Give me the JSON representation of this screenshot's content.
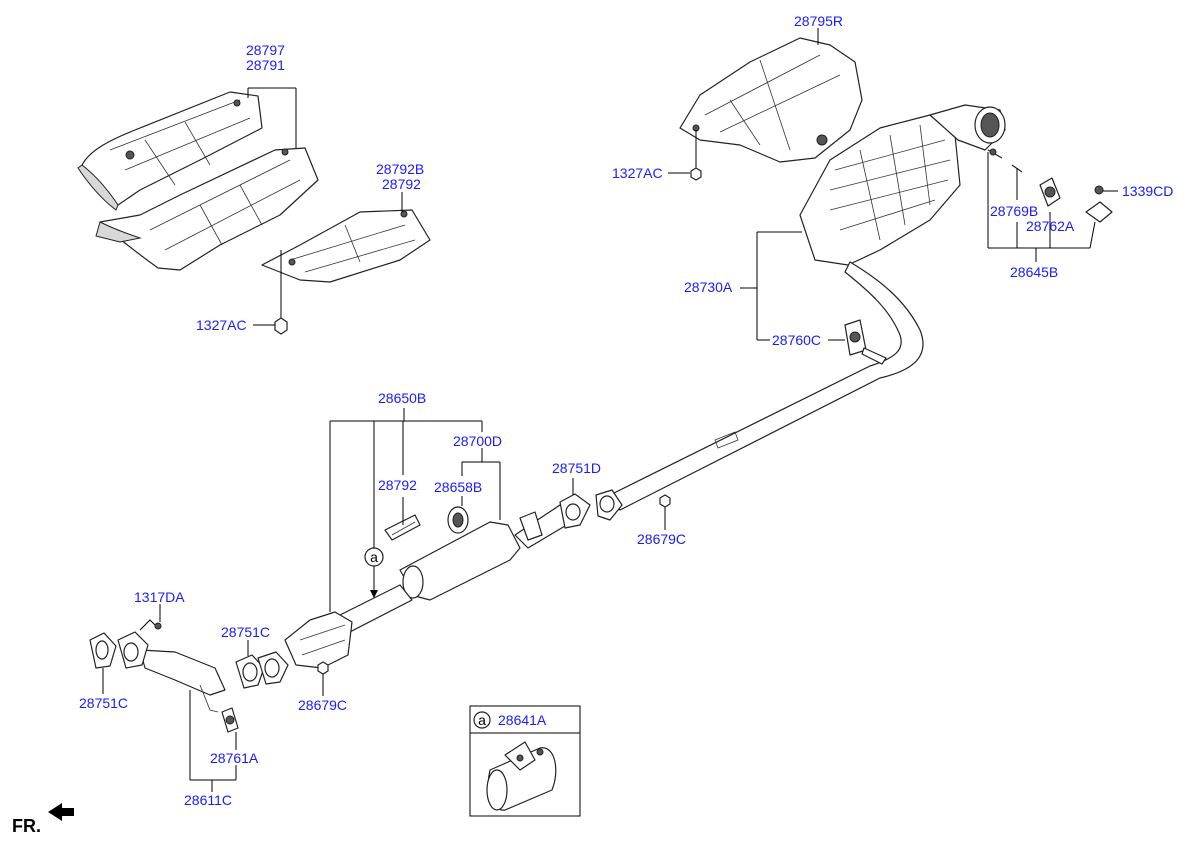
{
  "labels": {
    "p28797": "28797",
    "p28791": "28791",
    "p28792B": "28792B",
    "p28792_top": "28792",
    "p1327AC_left": "1327AC",
    "p28795R": "28795R",
    "p1327AC_right": "1327AC",
    "p1339CD": "1339CD",
    "p28769B": "28769B",
    "p28762A": "28762A",
    "p28645B": "28645B",
    "p28730A": "28730A",
    "p28760C": "28760C",
    "p28650B": "28650B",
    "p28700D": "28700D",
    "p28792_mid": "28792",
    "p28658B": "28658B",
    "p28751D": "28751D",
    "p28679C_right": "28679C",
    "p1317DA": "1317DA",
    "p28751C_mid": "28751C",
    "p28751C_left": "28751C",
    "p28679C_left": "28679C",
    "p28761A": "28761A",
    "p28611C": "28611C",
    "p28641A": "28641A",
    "callout_a": "a",
    "callout_a_box": "a",
    "fr": "FR."
  }
}
